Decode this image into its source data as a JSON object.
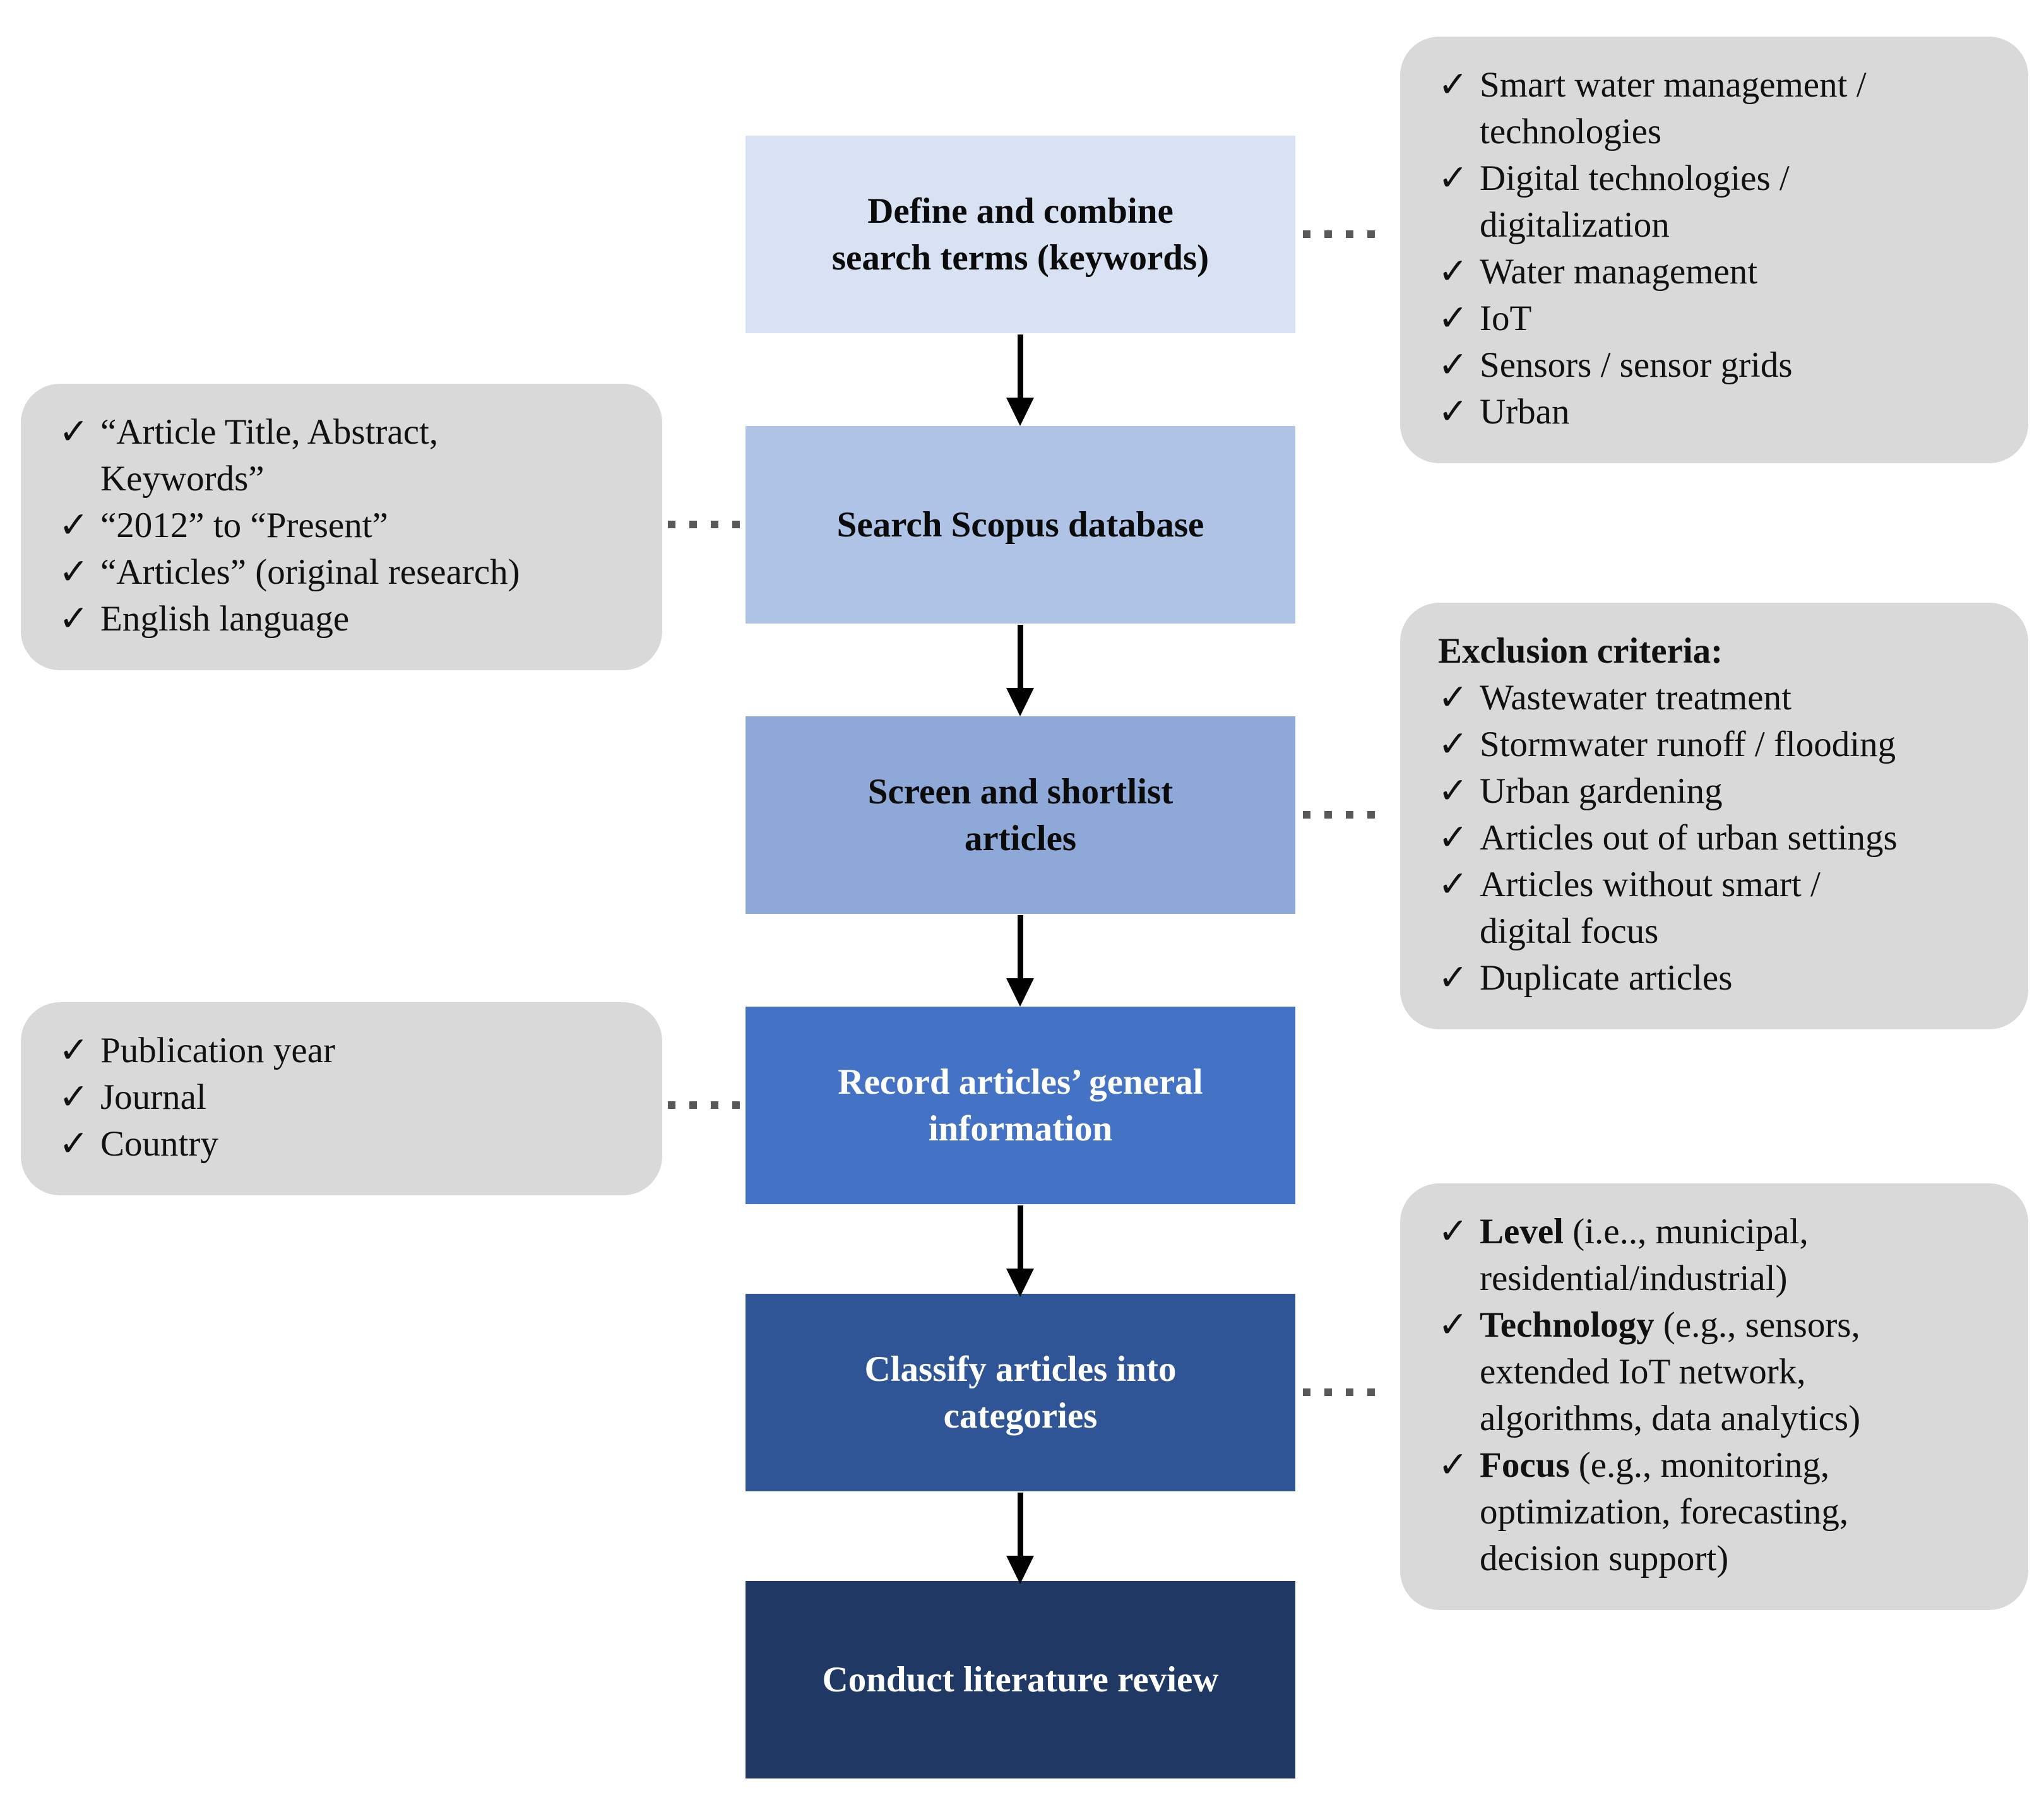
{
  "colors": {
    "page_bg": "#FFFFFF",
    "callout_bg": "#D9D9D9",
    "connector_dot": "#595959",
    "arrow": "#000000"
  },
  "icons": {
    "check": "✓"
  },
  "flow": {
    "boxes": [
      {
        "label": "Define and combine\nsearch terms (keywords)",
        "bg": "#D9E2F3",
        "fg": "#0B0B0B"
      },
      {
        "label": "Search Scopus database",
        "bg": "#AEC3E6",
        "fg": "#0B0B0B"
      },
      {
        "label": "Screen and shortlist\narticles",
        "bg": "#8EA9D8",
        "fg": "#0B0B0B"
      },
      {
        "label": "Record articles’ general\ninformation",
        "bg": "#4472C4",
        "fg": "#FFFFFF"
      },
      {
        "label": "Classify articles into\ncategories",
        "bg": "#2F5597",
        "fg": "#FFFFFF"
      },
      {
        "label": "Conduct literature review",
        "bg": "#1F3864",
        "fg": "#FFFFFF"
      }
    ]
  },
  "callouts": {
    "keywords": {
      "items": [
        {
          "text": "Smart water management /\ntechnologies"
        },
        {
          "text": "Digital technologies /\ndigitalization"
        },
        {
          "text": "Water management"
        },
        {
          "text": "IoT"
        },
        {
          "text": "Sensors / sensor grids"
        },
        {
          "text": "Urban"
        }
      ]
    },
    "search_filters": {
      "items": [
        {
          "text": "“Article Title, Abstract,\nKeywords”"
        },
        {
          "text": "“2012” to “Present”"
        },
        {
          "text": "“Articles” (original research)"
        },
        {
          "text": "English language"
        }
      ]
    },
    "exclusion": {
      "heading": "Exclusion criteria:",
      "items": [
        {
          "text": "Wastewater treatment"
        },
        {
          "text": "Stormwater runoff / flooding"
        },
        {
          "text": "Urban gardening"
        },
        {
          "text": "Articles out of urban settings"
        },
        {
          "text": "Articles without smart /\ndigital focus"
        },
        {
          "text": "Duplicate articles"
        }
      ]
    },
    "general_info": {
      "items": [
        {
          "text": "Publication year"
        },
        {
          "text": "Journal"
        },
        {
          "text": "Country"
        }
      ]
    },
    "categories": {
      "items": [
        {
          "bold": "Level",
          "rest": " (i.e.., municipal,\nresidential/industrial)"
        },
        {
          "bold": "Technology",
          "rest": " (e.g., sensors,\nextended IoT network,\nalgorithms, data analytics)"
        },
        {
          "bold": "Focus",
          "rest": " (e.g., monitoring,\noptimization, forecasting,\ndecision support)"
        }
      ]
    }
  }
}
